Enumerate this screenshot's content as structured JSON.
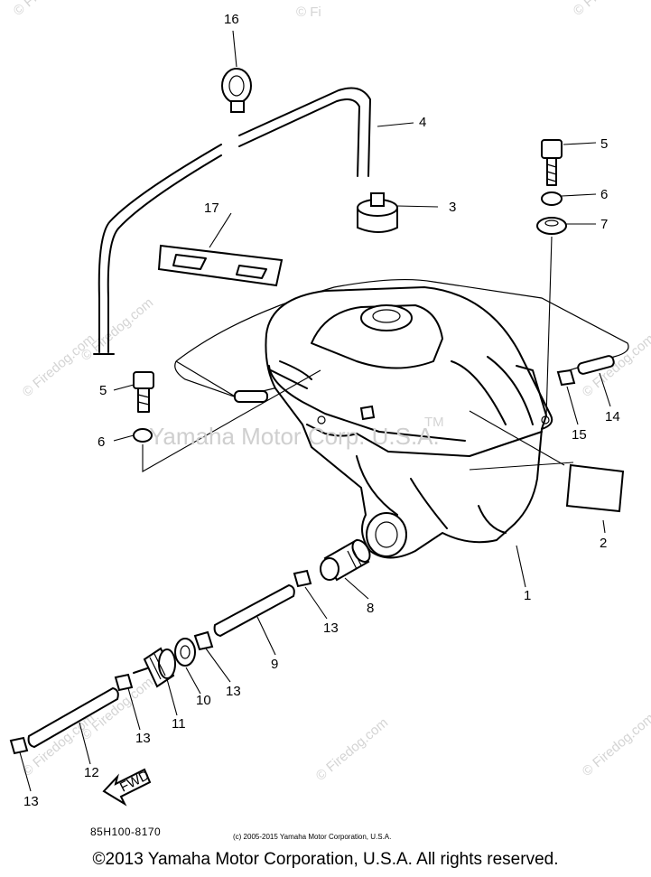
{
  "watermarks": {
    "center": "Yamaha Motor Corp. U.S.A.",
    "tm": "TM",
    "site": "© Firedog.com",
    "top": "© Fi"
  },
  "callouts": [
    {
      "id": "1",
      "label": "1"
    },
    {
      "id": "2",
      "label": "2"
    },
    {
      "id": "3",
      "label": "3"
    },
    {
      "id": "4",
      "label": "4"
    },
    {
      "id": "5a",
      "label": "5"
    },
    {
      "id": "5b",
      "label": "5"
    },
    {
      "id": "6a",
      "label": "6"
    },
    {
      "id": "6b",
      "label": "6"
    },
    {
      "id": "7",
      "label": "7"
    },
    {
      "id": "8",
      "label": "8"
    },
    {
      "id": "9",
      "label": "9"
    },
    {
      "id": "10",
      "label": "10"
    },
    {
      "id": "11",
      "label": "11"
    },
    {
      "id": "12",
      "label": "12"
    },
    {
      "id": "13a",
      "label": "13"
    },
    {
      "id": "13b",
      "label": "13"
    },
    {
      "id": "13c",
      "label": "13"
    },
    {
      "id": "13d",
      "label": "13"
    },
    {
      "id": "14",
      "label": "14"
    },
    {
      "id": "15",
      "label": "15"
    },
    {
      "id": "16",
      "label": "16"
    },
    {
      "id": "17",
      "label": "17"
    }
  ],
  "fwd_label": "FWD",
  "drawing_code": "85H100-8170",
  "small_copyright": "(c) 2005-2015 Yamaha Motor Corporation, U.S.A.",
  "footer_copyright": "©2013 Yamaha Motor Corporation, U.S.A. All rights reserved."
}
